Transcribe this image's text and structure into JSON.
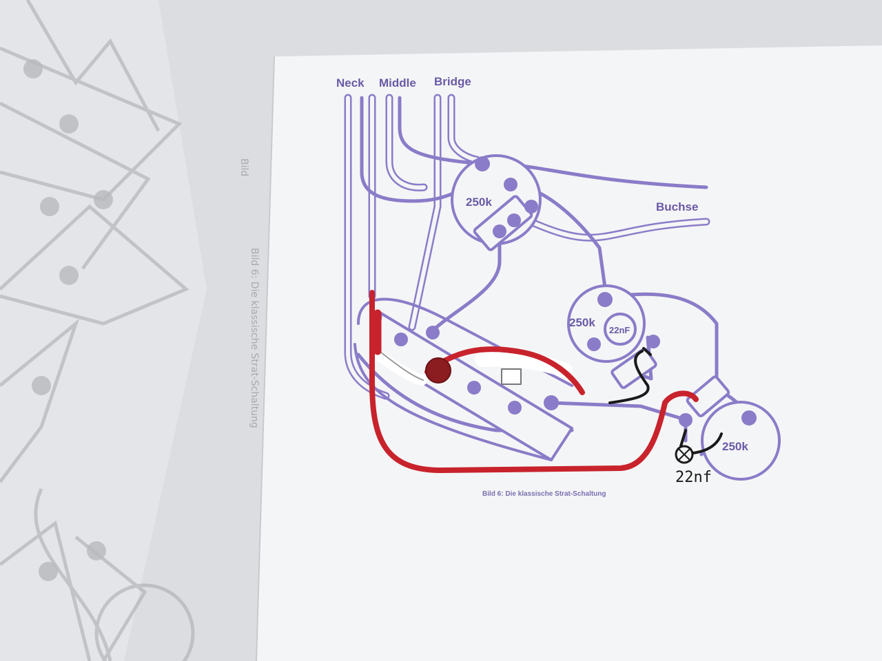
{
  "diagram": {
    "pickups": {
      "neck": "Neck",
      "middle": "Middle",
      "bridge": "Bridge"
    },
    "jack_label": "Buchse",
    "pots": {
      "volume": "250k",
      "tone_1": "250k",
      "tone_2": "250k"
    },
    "printed_capacitor": "22nF",
    "handwritten_capacitor": "22nf",
    "caption": "Bild 6: Die klassische Strat-Schaltung",
    "colors": {
      "paper": "#f4f5f6",
      "wire": "#8a7cc8",
      "wire_dark": "#6a5aa6",
      "red_mod": "#c8232c",
      "black_mod": "#1a1a1a",
      "background_sheet": "#dcdde0",
      "pencil": "#a7a8ab"
    }
  }
}
